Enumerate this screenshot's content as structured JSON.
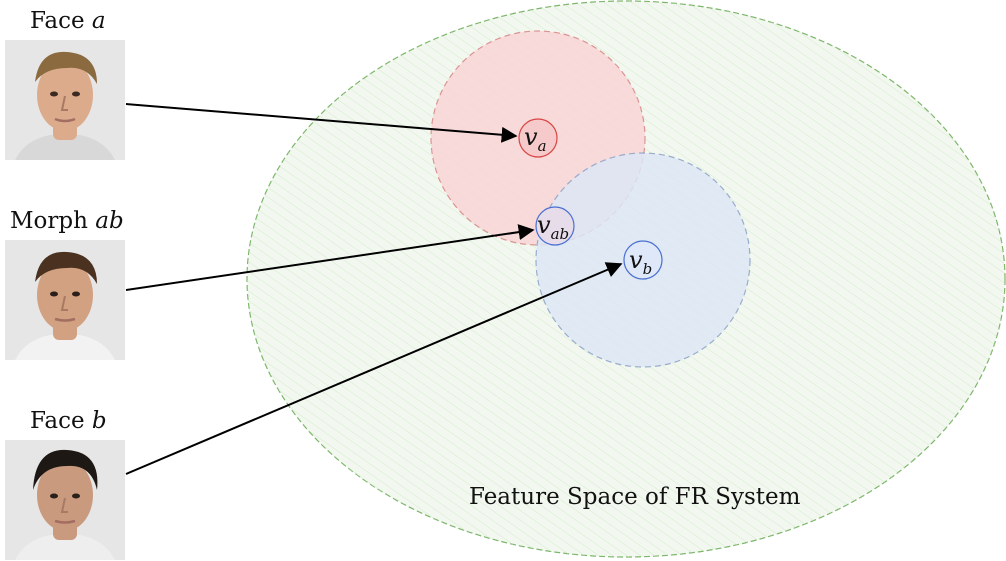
{
  "inputs": [
    {
      "id": "face-a",
      "label_text": "Face ",
      "label_var": "a",
      "hair": "#8a6a3e",
      "skin": "#dcab8c",
      "shirt": "#d8d8d8"
    },
    {
      "id": "morph-ab",
      "label_text": "Morph ",
      "label_var": "ab",
      "hair": "#4a3120",
      "skin": "#d2a181",
      "shirt": "#f2f2f2"
    },
    {
      "id": "face-b",
      "label_text": "Face ",
      "label_var": "b",
      "hair": "#1e1814",
      "skin": "#c99a7e",
      "shirt": "#eeeeee"
    }
  ],
  "vectors": [
    {
      "id": "va",
      "base": "v",
      "sub": "a",
      "color": "#d94545"
    },
    {
      "id": "vab",
      "base": "v",
      "sub": "ab",
      "color": "#4a6fd1"
    },
    {
      "id": "vb",
      "base": "v",
      "sub": "b",
      "color": "#4a6fd1"
    }
  ],
  "feature_space": {
    "label": "Feature Space of FR System",
    "border_color": "#7cb66a",
    "fill_color": "#f2f8ef"
  },
  "regions": {
    "a": {
      "fill": "#f8d7d7",
      "stroke": "#d98a8a"
    },
    "b": {
      "fill": "#dde7f6",
      "stroke": "#8aa0c8"
    }
  }
}
